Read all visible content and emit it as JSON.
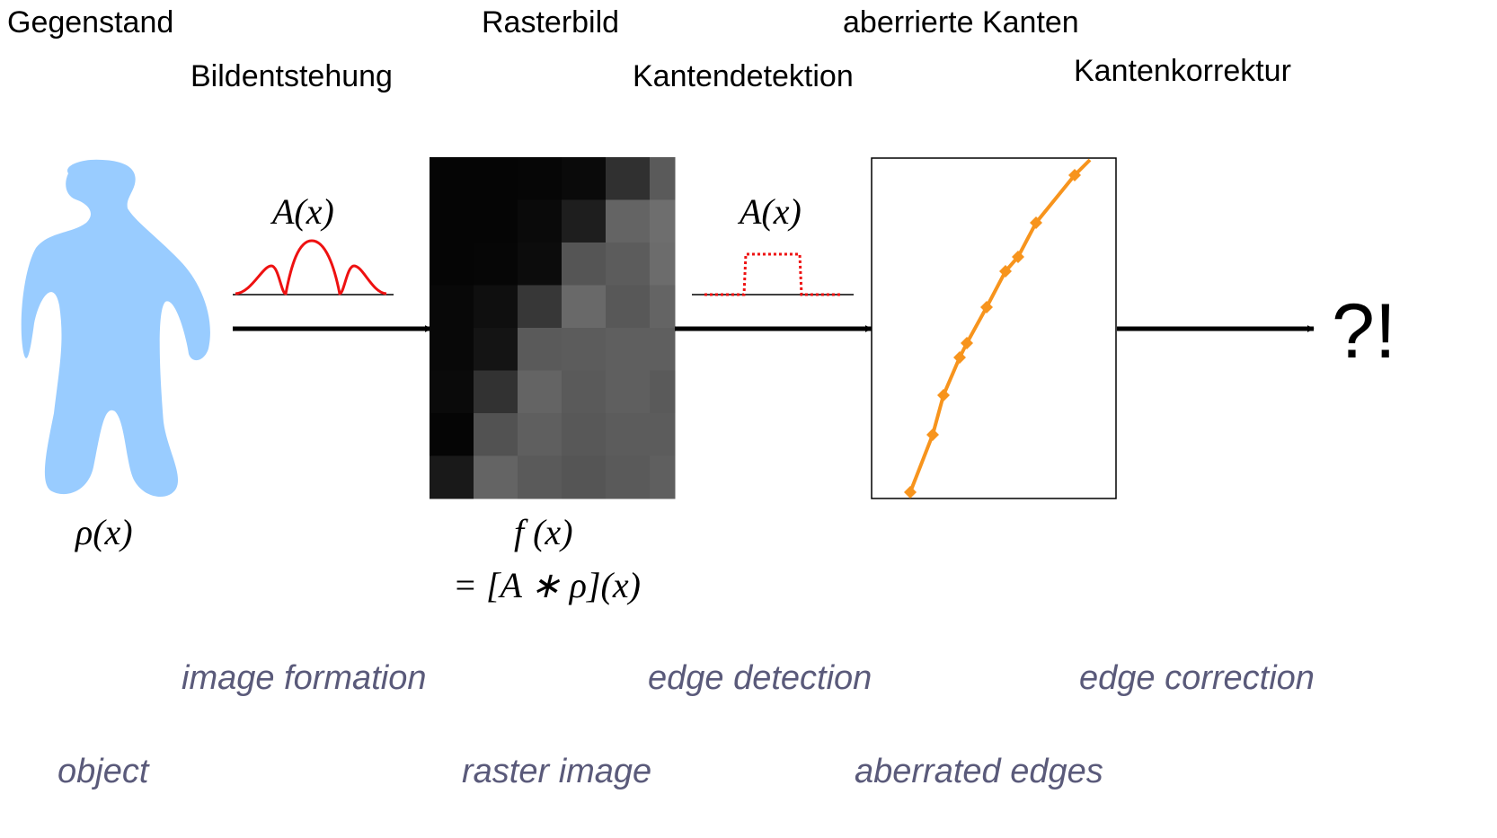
{
  "labels_de": {
    "object": "Gegenstand",
    "formation": "Bildentstehung",
    "raster": "Rasterbild",
    "detection": "Kantendetektion",
    "aberrated": "aberrierte Kanten",
    "correction": "Kantenkorrektur"
  },
  "labels_en": {
    "formation": "image formation",
    "detection": "edge detection",
    "correction": "edge correction",
    "object": "object",
    "raster": "raster image",
    "aberrated": "aberrated edges"
  },
  "math": {
    "rho": "ρ(x)",
    "kernel_1": "A(x)",
    "kernel_2": "A(x)",
    "f": "f (x)",
    "convolution": "= [A ∗ ρ](x)"
  },
  "result": "?!",
  "colors": {
    "figure": "#99ccff",
    "kernel": "#ee1111",
    "edge_curve": "#f7941d",
    "caption_en": "#5a5a7a",
    "arrow": "#000000"
  },
  "raster_gray_levels": [
    [
      5,
      5,
      6,
      10,
      48,
      90
    ],
    [
      5,
      5,
      10,
      30,
      100,
      110
    ],
    [
      5,
      6,
      12,
      85,
      92,
      108
    ],
    [
      8,
      15,
      55,
      105,
      88,
      100
    ],
    [
      8,
      20,
      90,
      92,
      95,
      95
    ],
    [
      10,
      50,
      100,
      90,
      95,
      90
    ],
    [
      5,
      82,
      95,
      88,
      92,
      92
    ],
    [
      25,
      100,
      90,
      85,
      90,
      95
    ]
  ],
  "icons": [
    "person-silhouette-icon",
    "arrow-right-icon"
  ]
}
